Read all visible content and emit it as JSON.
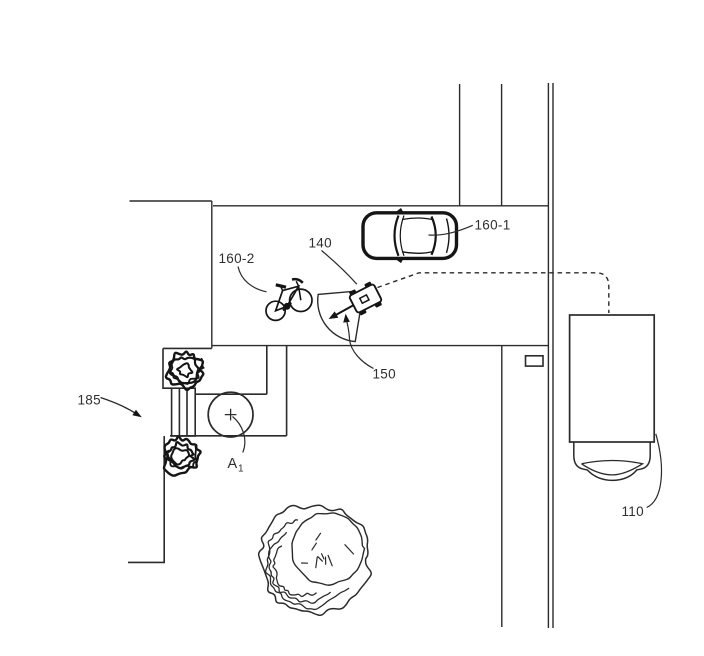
{
  "figure": {
    "kind": "patent-street-scene-top-view",
    "background_color": "#ffffff",
    "ink_color": "#2b2b2b",
    "heavy_ink_color": "#151515"
  },
  "labels": {
    "truck": "110",
    "robot": "140",
    "heading_arrow": "150",
    "car": "160-1",
    "bicycle": "160-2",
    "structure": "185",
    "waypoint_letter": "A",
    "waypoint_subscript": "1"
  }
}
